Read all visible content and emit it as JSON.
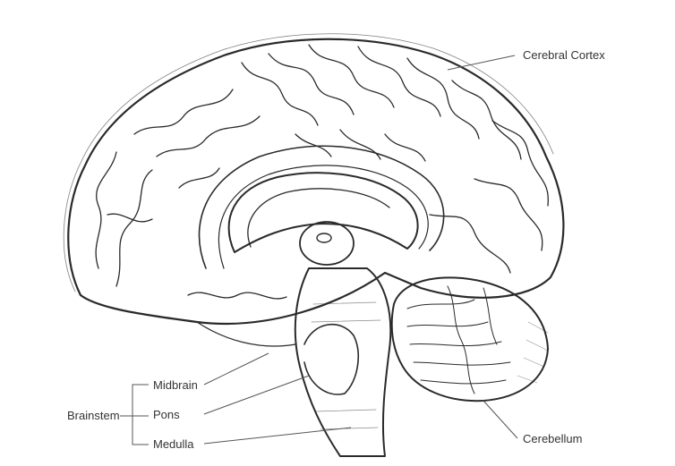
{
  "labels": {
    "cerebral_cortex": "Cerebral Cortex",
    "brainstem": "Brainstem",
    "midbrain": "Midbrain",
    "pons": "Pons",
    "medulla": "Medulla",
    "cerebellum": "Cerebellum"
  },
  "colors": {
    "ink": "#2a2a2a",
    "leader": "#555555",
    "label_text": "#333333",
    "background": "#ffffff"
  }
}
